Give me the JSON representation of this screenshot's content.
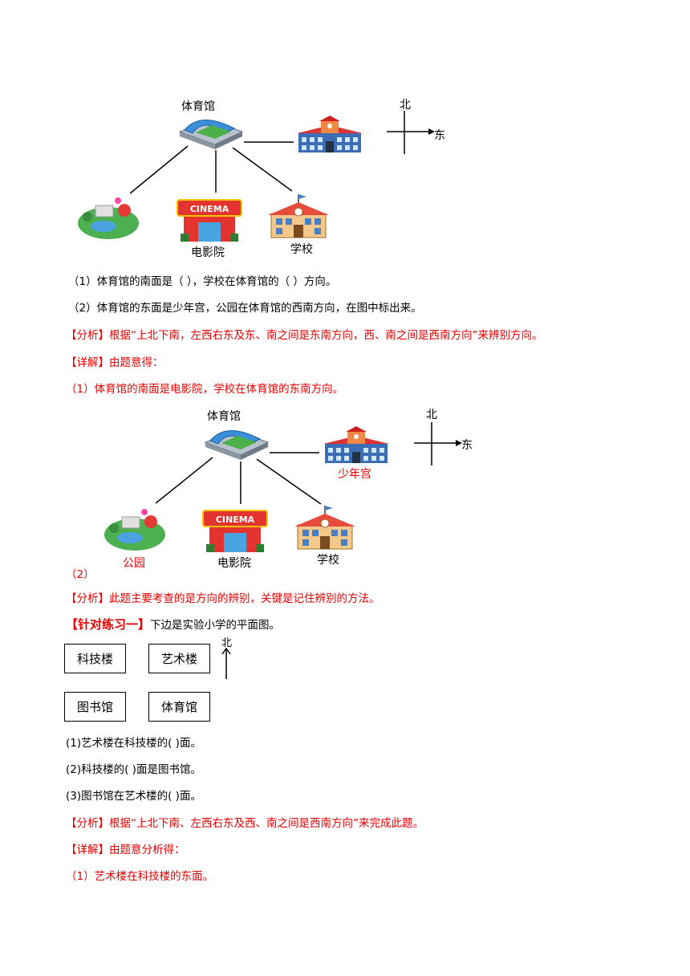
{
  "diagram1": {
    "stadium": "体育馆",
    "cinema": "电影院",
    "school": "学校",
    "north": "北",
    "east": "东",
    "cinema_sign": "CINEMA"
  },
  "q1": "（1）体育馆的南面是（    ），学校在体育馆的（    ）方向。",
  "q2": "（2）体育馆的东面是少年宫，公园在体育馆的西南方向，在图中标出来。",
  "analysis1": "【分析】根据“上北下南，左西右东及东、南之间是东南方向，西、南之间是西南方向”来辨别方向。",
  "detail1": "【详解】由题意得：",
  "answer1": "（1）体育馆的南面是电影院，学校在体育馆的东南方向。",
  "diagram2": {
    "stadium": "体育馆",
    "youth_palace": "少年宫",
    "park": "公园",
    "cinema": "电影院",
    "school": "学校",
    "north": "北",
    "east": "东",
    "cinema_sign": "CINEMA"
  },
  "answer2_label": "（2）",
  "analysis2": "【分析】此题主要考查的是方向的辨别，关键是记住辨别的方法。",
  "practice_title": "【针对练习一】",
  "practice_text": "下边是实验小学的平面图。",
  "map": {
    "keji": "科技楼",
    "yishu": "艺术楼",
    "tushu": "图书馆",
    "tiyu": "体育馆",
    "north": "北"
  },
  "p1": "(1)艺术楼在科技楼的(        )面。",
  "p2": "(2)科技楼的(        )面是图书馆。",
  "p3": "(3)图书馆在艺术楼的(        )面。",
  "analysis3": "【分析】根据“上北下南、左西右东及西、南之间是西南方向”来完成此题。",
  "detail3": "【详解】由题意分析得：",
  "answer3": "（1）艺术楼在科技楼的东面。"
}
